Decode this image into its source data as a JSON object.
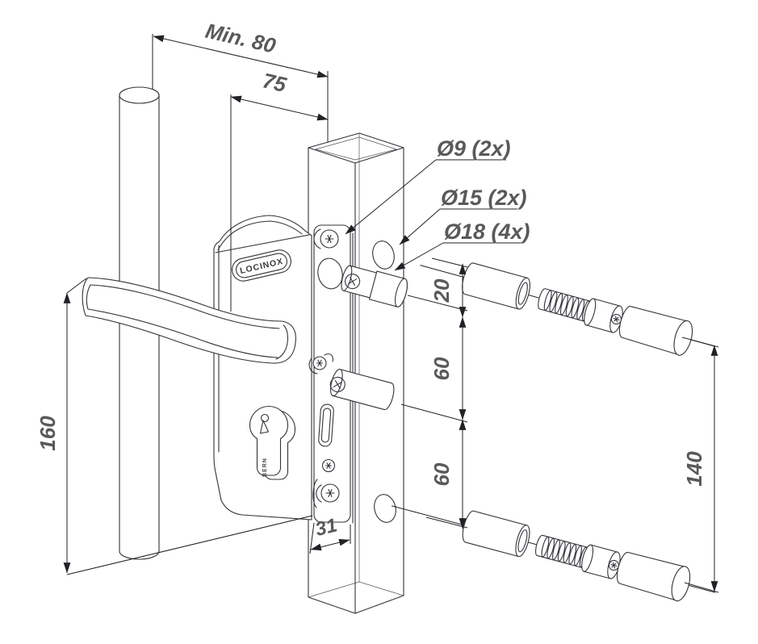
{
  "diagram": {
    "title": "gate-lock-installation-drawing",
    "brand": {
      "badge": "LOCINOX",
      "cylinder": "BERN"
    },
    "dimensions": {
      "min_80": "Min. 80",
      "d75": "75",
      "d160": "160",
      "d31": "31",
      "d20": "20",
      "d60_upper": "60",
      "d60_lower": "60",
      "d140": "140"
    },
    "callouts": {
      "dia9": "Ø9 (2x)",
      "dia15": "Ø15 (2x)",
      "dia18": "Ø18 (4x)"
    },
    "colors": {
      "line": "#33333A",
      "dim_text": "#58595B",
      "background": "#FFFFFF"
    }
  }
}
